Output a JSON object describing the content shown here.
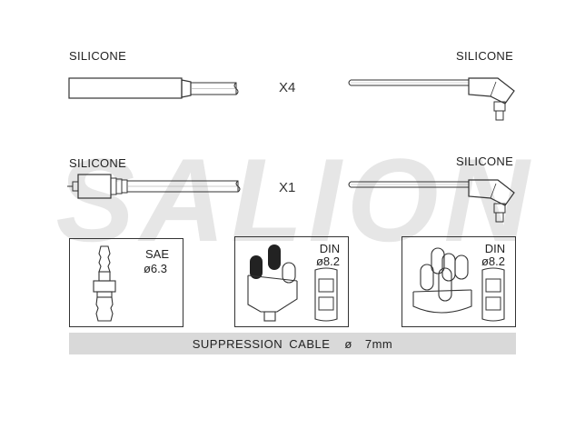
{
  "watermark": {
    "text": "SALION",
    "color": "#e6e6e6"
  },
  "rows": [
    {
      "left_label": "SILICONE",
      "right_label": "SILICONE",
      "multiplier": "X4"
    },
    {
      "left_label": "SILICONE",
      "right_label": "SILICONE",
      "multiplier": "X1"
    }
  ],
  "boxes": [
    {
      "type": "SAE",
      "size": "ø6.3"
    },
    {
      "type": "DIN",
      "size": "ø8.2"
    },
    {
      "type": "DIN",
      "size": "ø8.2"
    }
  ],
  "footer": {
    "label": "SUPPRESSION CABLE",
    "symbol": "ø",
    "value": "7mm"
  }
}
